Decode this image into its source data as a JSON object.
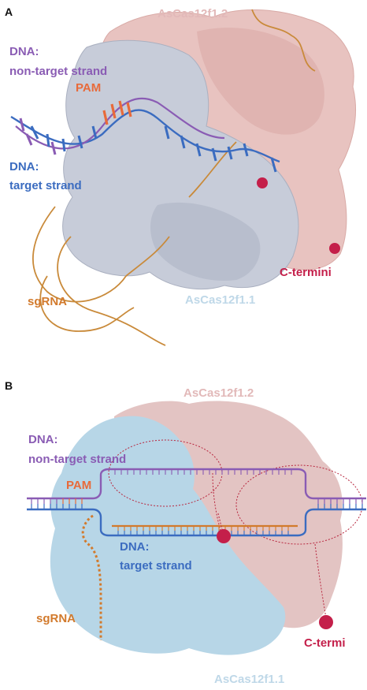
{
  "panel_a": {
    "letter": "A",
    "labels": {
      "protein_top": "AsCas12f1.2",
      "dna_nts_line1": "DNA:",
      "dna_nts_line2": "non-target strand",
      "pam": "PAM",
      "dna_ts_line1": "DNA:",
      "dna_ts_line2": "target strand",
      "c_termini": "C-termini",
      "sgrna": "sgRNA",
      "protein_bottom": "AsCas12f1.1"
    }
  },
  "panel_b": {
    "letter": "B",
    "labels": {
      "protein_top": "AsCas12f1.2",
      "dna_nts_line1": "DNA:",
      "dna_nts_line2": "non-target strand",
      "pam": "PAM",
      "dna_ts_line1": "DNA:",
      "dna_ts_line2": "target strand",
      "sgrna": "sgRNA",
      "c_termi": "C-termi",
      "protein_bottom": "AsCas12f1.1"
    }
  },
  "colors": {
    "protein_1": "#b8d6e6",
    "protein_2": "#e7c7c6",
    "non_target_strand": "#8a5cb4",
    "target_strand": "#3b6cc0",
    "pam": "#e86a3a",
    "sgrna": "#d27a2c",
    "c_terminus": "#c41f4a",
    "protein_1_label": "#bfd8e8",
    "protein_2_label": "#e2b9b9"
  }
}
